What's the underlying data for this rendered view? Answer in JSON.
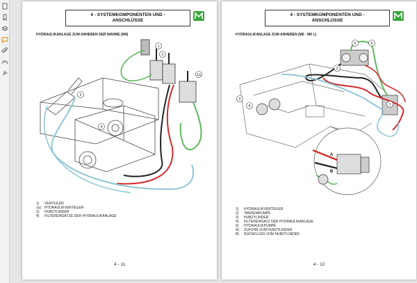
{
  "sidebar": {
    "icons": [
      "pages-icon",
      "bookmarks-icon",
      "layers-icon",
      "comments-icon",
      "attachments-icon",
      "signatures-icon",
      "tools-icon"
    ]
  },
  "left_page": {
    "header_line1": "4 - SYSTEMKOMPONENTEN UND -",
    "header_line2": "ANSCHLÜSSE",
    "subtitle": "HYDRAULIKANLAGE ZUM ANHEBEN DER WANNE [M4]",
    "callouts": [
      "1",
      "1a",
      "2",
      "3",
      "4"
    ],
    "legend": [
      {
        "code": "1)",
        "text": "VERTEILER"
      },
      {
        "code": "1a)",
        "text": "HYDRAULIKVERTEILER"
      },
      {
        "code": "2)",
        "text": "HUBZYLINDER"
      },
      {
        "code": "4)",
        "text": "FILTEREINSÄTZE DER HYDRAULIKANLAGE"
      }
    ],
    "page_number": "4 - 11"
  },
  "right_page": {
    "header_line1": "4 - SYSTEMKOMPONENTEN UND -",
    "header_line2": "ANSCHLÜSSE",
    "subtitle": "HYDRAULIKANLAGE ZUM ANHEBEN [M6 - M6 L]",
    "callouts": [
      "1",
      "2",
      "3",
      "4",
      "5",
      "6",
      "A",
      "B"
    ],
    "legend": [
      {
        "code": "1)",
        "text": "HYDRAULIKVERTEILER"
      },
      {
        "code": "2)",
        "text": "TANDEMPUMPE"
      },
      {
        "code": "3)",
        "text": "HUBZYLINDER"
      },
      {
        "code": "4)",
        "text": "FILTEREINSATZ DER HYDRAULIKANLAGE"
      },
      {
        "code": "5)",
        "text": "HYDRAULIKPUMPE"
      },
      {
        "code": "A)",
        "text": "ZUFUHR ZUM HUBZYLINDER"
      },
      {
        "code": "B)",
        "text": "RÜCKFLUSS VOM HUBZYLINDER"
      }
    ],
    "page_number": "4 - 12"
  },
  "colors": {
    "hose_red": "#d42a2a",
    "hose_green": "#5cb85c",
    "hose_blue": "#8fc6d8",
    "hose_black": "#222222",
    "logo_green": "#3aa63a"
  }
}
